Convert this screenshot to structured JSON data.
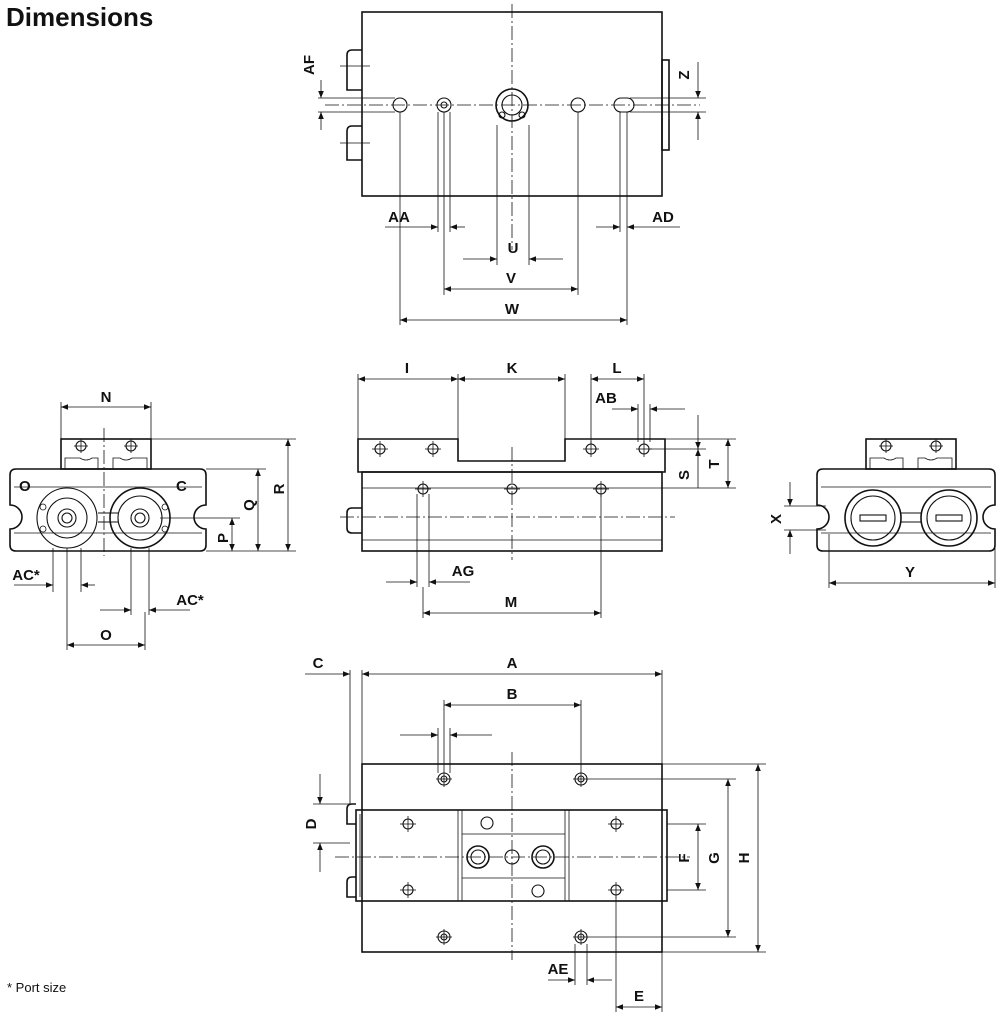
{
  "title": "Dimensions",
  "footnote": "* Port size",
  "labels": {
    "A": "A",
    "B": "B",
    "C": "C",
    "D": "D",
    "E": "E",
    "F": "F",
    "G": "G",
    "H": "H",
    "I": "I",
    "K": "K",
    "L": "L",
    "M": "M",
    "N": "N",
    "O": "O",
    "P": "P",
    "Q": "Q",
    "R": "R",
    "S": "S",
    "T": "T",
    "U": "U",
    "V": "V",
    "W": "W",
    "X": "X",
    "Y": "Y",
    "Z": "Z",
    "AA": "AA",
    "AB": "AB",
    "AC1": "AC*",
    "AC2": "AC*",
    "AD": "AD",
    "AE": "AE",
    "AF": "AF",
    "AG": "AG",
    "port_open": "O",
    "port_close": "C"
  }
}
